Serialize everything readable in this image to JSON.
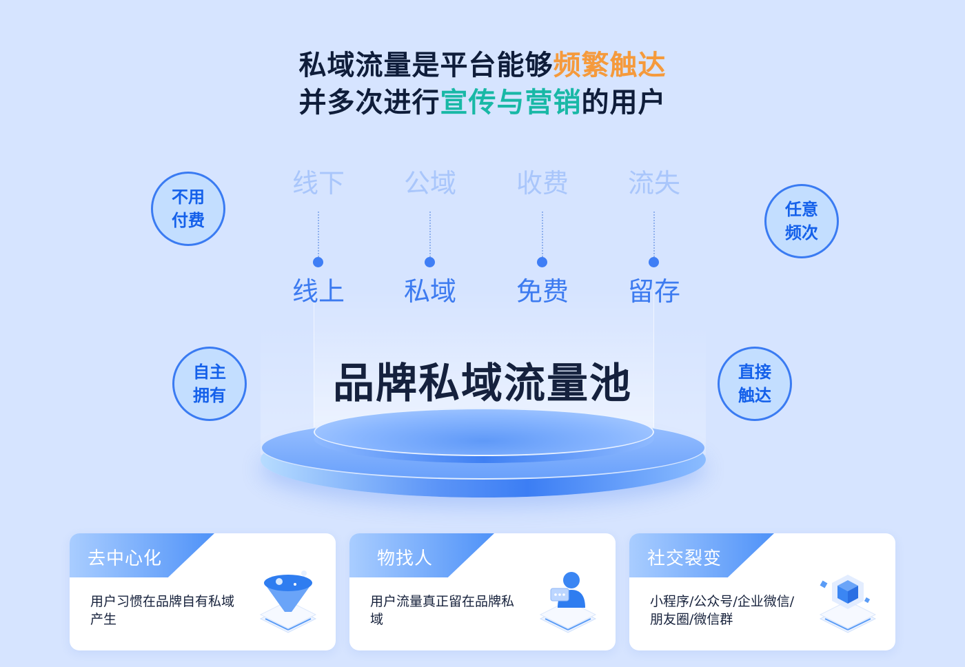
{
  "headline": {
    "line1_plain": "私域流量是平台能够",
    "line1_highlight": "频繁触达",
    "line2_plain_start": "并多次进行",
    "line2_highlight": "宣传与营销",
    "line2_plain_end": "的用户",
    "colors": {
      "text": "#0f1d3a",
      "orange": "#f59a3c",
      "teal": "#19b8a6"
    }
  },
  "comparisons": [
    {
      "before": "线下",
      "after": "线上"
    },
    {
      "before": "公域",
      "after": "私域"
    },
    {
      "before": "收费",
      "after": "免费"
    },
    {
      "before": "流失",
      "after": "留存"
    }
  ],
  "badges": [
    {
      "line1": "不用",
      "line2": "付费"
    },
    {
      "line1": "任意",
      "line2": "频次"
    },
    {
      "line1": "自主",
      "line2": "拥有"
    },
    {
      "line1": "直接",
      "line2": "触达"
    }
  ],
  "center": {
    "title": "品牌私域流量池"
  },
  "cards": [
    {
      "title": "去中心化",
      "desc": "用户习惯在品牌自有私域产生",
      "icon": "funnel-icon"
    },
    {
      "title": "物找人",
      "desc": "用户流量真正留在品牌私域",
      "icon": "user-chat-icon"
    },
    {
      "title": "社交裂变",
      "desc": "小程序/公众号/企业微信/朋友圈/微信群",
      "icon": "cube-icon"
    }
  ],
  "colors": {
    "background": "#d6e4ff",
    "accent": "#3d7bf0",
    "muted": "#a9c6fb"
  }
}
